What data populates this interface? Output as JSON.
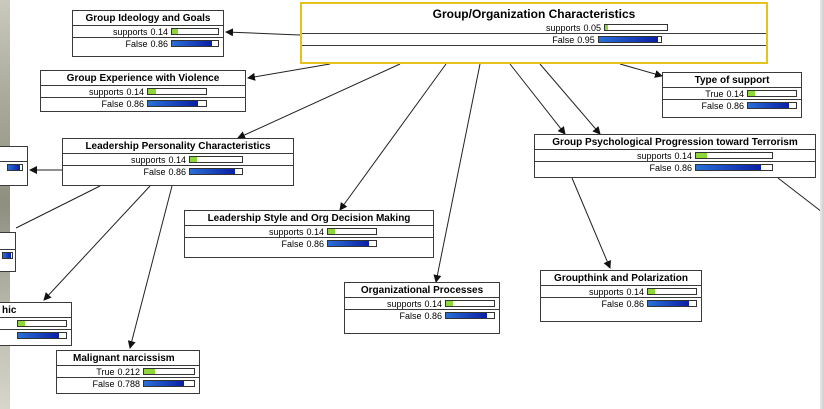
{
  "nodes": [
    {
      "id": "group-org",
      "title": "Group/Organization Characteristics",
      "states": [
        {
          "label": "supports",
          "value": "0.05",
          "prob": 0.05
        },
        {
          "label": "False",
          "value": "0.95",
          "prob": 0.95
        }
      ]
    },
    {
      "id": "ideology",
      "title": "Group Ideology and Goals",
      "states": [
        {
          "label": "supports",
          "value": "0.14",
          "prob": 0.14
        },
        {
          "label": "False",
          "value": "0.86",
          "prob": 0.86
        }
      ]
    },
    {
      "id": "violence",
      "title": "Group Experience with Violence",
      "states": [
        {
          "label": "supports",
          "value": "0.14",
          "prob": 0.14
        },
        {
          "label": "False",
          "value": "0.86",
          "prob": 0.86
        }
      ]
    },
    {
      "id": "support-type",
      "title": "Type of support",
      "states": [
        {
          "label": "True",
          "value": "0.14",
          "prob": 0.14
        },
        {
          "label": "False",
          "value": "0.86",
          "prob": 0.86
        }
      ]
    },
    {
      "id": "leader-personality",
      "title": "Leadership Personality Characteristics",
      "states": [
        {
          "label": "supports",
          "value": "0.14",
          "prob": 0.14
        },
        {
          "label": "False",
          "value": "0.86",
          "prob": 0.86
        }
      ]
    },
    {
      "id": "psych-progression",
      "title": "Group Psychological Progression toward Terrorism",
      "states": [
        {
          "label": "supports",
          "value": "0.14",
          "prob": 0.14
        },
        {
          "label": "False",
          "value": "0.86",
          "prob": 0.86
        }
      ]
    },
    {
      "id": "leader-style",
      "title": "Leadership Style and Org Decision Making",
      "states": [
        {
          "label": "supports",
          "value": "0.14",
          "prob": 0.14
        },
        {
          "label": "False",
          "value": "0.86",
          "prob": 0.86
        }
      ]
    },
    {
      "id": "org-processes",
      "title": "Organizational Processes",
      "states": [
        {
          "label": "supports",
          "value": "0.14",
          "prob": 0.14
        },
        {
          "label": "False",
          "value": "0.86",
          "prob": 0.86
        }
      ]
    },
    {
      "id": "groupthink",
      "title": "Groupthink and Polarization",
      "states": [
        {
          "label": "supports",
          "value": "0.14",
          "prob": 0.14
        },
        {
          "label": "False",
          "value": "0.86",
          "prob": 0.86
        }
      ]
    },
    {
      "id": "partial-hic",
      "title": "hic",
      "states": [
        {
          "label": "",
          "value": "",
          "prob": 0.14
        },
        {
          "label": "",
          "value": "",
          "prob": 0.86
        }
      ]
    },
    {
      "id": "narcissism",
      "title": "Malignant narcissism",
      "states": [
        {
          "label": "True",
          "value": "0.212",
          "prob": 0.212
        },
        {
          "label": "False",
          "value": "0.788",
          "prob": 0.788
        }
      ]
    }
  ],
  "colors": {
    "true_bar": "#8fd63a",
    "false_bar": "#1a3fc4",
    "selected_border": "#e6c21c"
  }
}
